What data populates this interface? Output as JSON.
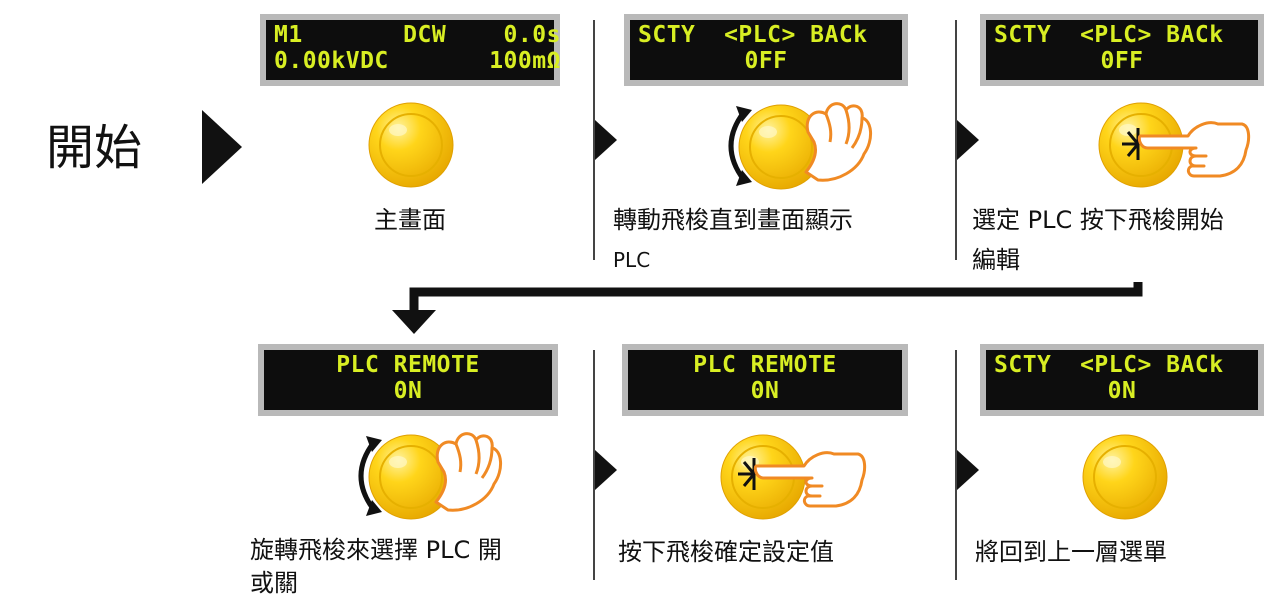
{
  "start_label": "開始",
  "steps": [
    {
      "lcd": {
        "line1": "M1       DCW    0.0s",
        "line2": "0.00kVDC       100mΩ"
      },
      "caption": "主畫面"
    },
    {
      "lcd": {
        "line1": "SCTY  <PLC> BACk",
        "line2": "0FF"
      },
      "caption_line1": "轉動飛梭直到畫面顯示",
      "caption_line2": "PLC"
    },
    {
      "lcd": {
        "line1": "SCTY  <PLC> BACk",
        "line2": "0FF"
      },
      "caption_line1": "選定 PLC 按下飛梭開始",
      "caption_line2": "編輯"
    },
    {
      "lcd": {
        "line1": "PLC REMOTE",
        "line2": "0N"
      },
      "caption_line1": "旋轉飛梭來選擇 PLC 開",
      "caption_line2": "或關"
    },
    {
      "lcd": {
        "line1": "PLC REMOTE",
        "line2": "0N"
      },
      "caption": "按下飛梭確定設定值"
    },
    {
      "lcd": {
        "line1": "SCTY  <PLC> BACk",
        "line2": "0N"
      },
      "caption": "將回到上一層選單"
    }
  ],
  "colors": {
    "lcd_text": "#d8ee23",
    "lcd_bg": "#0d0d0d",
    "lcd_border": "#b9b9b9",
    "knob": "#f5c800",
    "hand": "#f08a24"
  },
  "icons": [
    "knob-icon",
    "rotate-arrow-icon",
    "hand-turn-icon",
    "hand-press-icon",
    "play-arrow-icon",
    "down-arrow-icon"
  ]
}
